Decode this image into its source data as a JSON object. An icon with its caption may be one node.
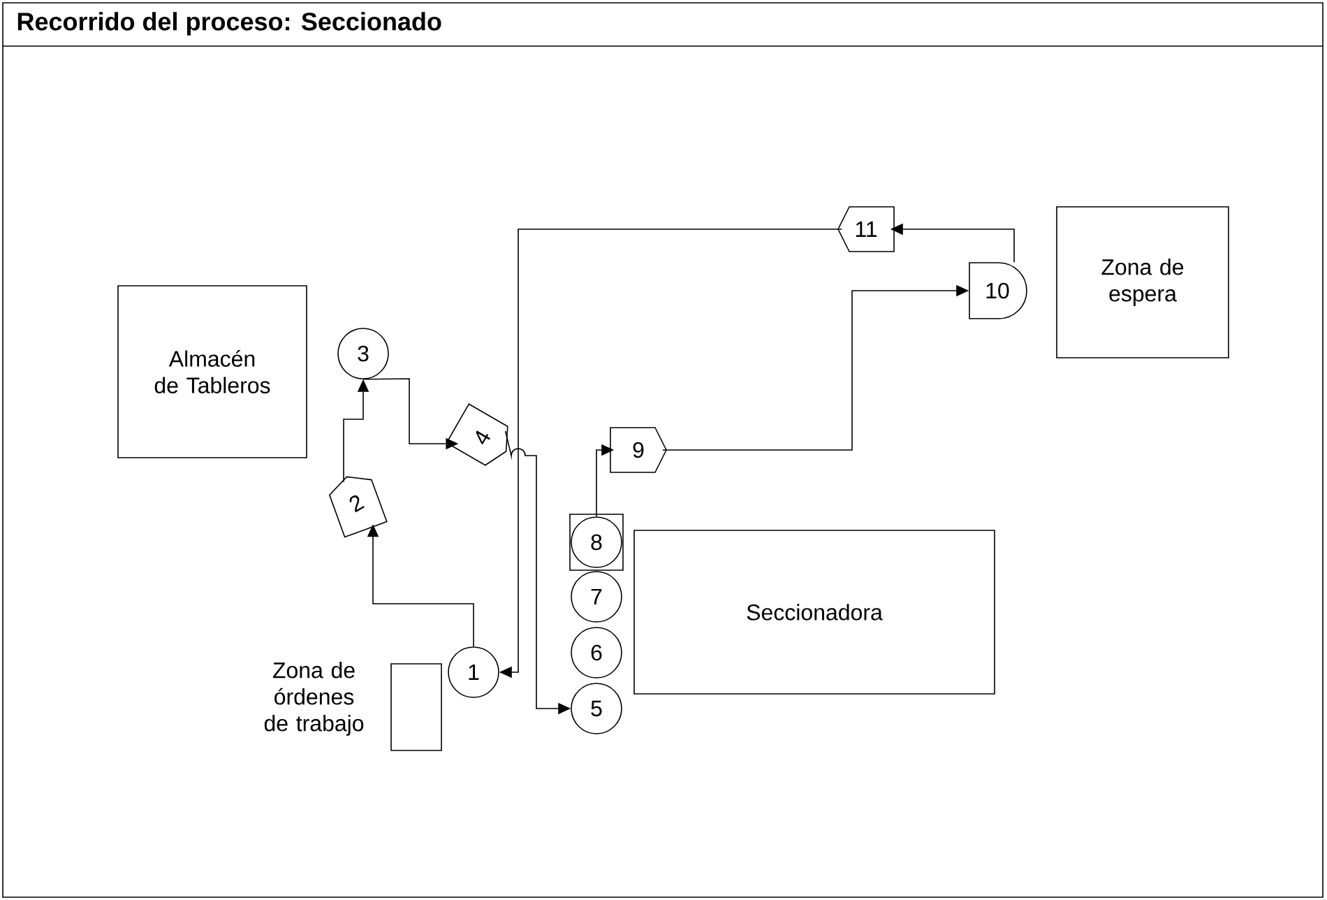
{
  "diagram": {
    "title": "Recorrido del proceso: Seccionado",
    "nodes": [
      {
        "text": [
          "Almacén de Tableros"
        ]
      },
      {
        "text": [
          "Zona de espera"
        ]
      },
      {
        "text": [
          "Seccionadora"
        ]
      },
      {
        "text": [
          "Zona de órdenes de trabajo"
        ]
      },
      {
        "text": [
          "1"
        ]
      },
      {
        "text": [
          "2"
        ]
      },
      {
        "text": [
          "3"
        ]
      },
      {
        "text": [
          "4"
        ]
      },
      {
        "text": [
          "5"
        ]
      },
      {
        "text": [
          "6"
        ]
      },
      {
        "text": [
          "7"
        ]
      },
      {
        "text": [
          "8"
        ]
      },
      {
        "text": [
          "9"
        ]
      },
      {
        "text": [
          "10"
        ]
      },
      {
        "text": [
          "11"
        ]
      }
    ],
    "edges": [
      {
        "from": 4,
        "to": 5,
        "arrow": "to"
      },
      {
        "from": 5,
        "to": 6,
        "arrow": "to"
      },
      {
        "from": 6,
        "to": 7,
        "arrow": "to"
      },
      {
        "from": 7,
        "to": 8,
        "arrow": "to"
      },
      {
        "from": 14,
        "to": 4,
        "arrow": "to"
      },
      {
        "from": 11,
        "to": 12,
        "arrow": "to"
      },
      {
        "from": 12,
        "to": 13,
        "arrow": "to"
      },
      {
        "from": 13,
        "to": 14,
        "arrow": "to"
      }
    ]
  }
}
